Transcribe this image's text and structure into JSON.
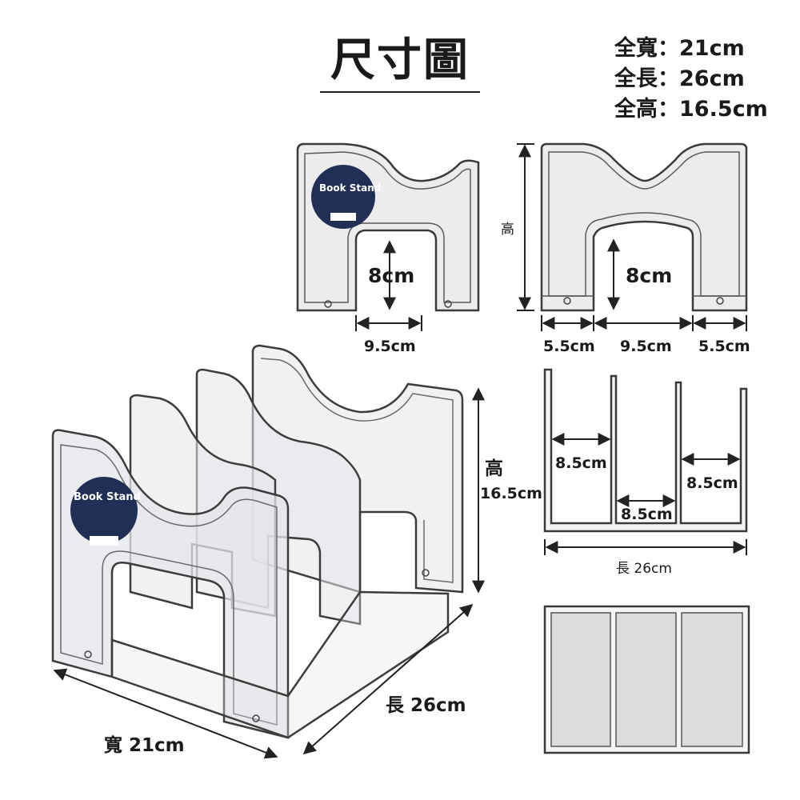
{
  "title": "尺寸圖",
  "specs": {
    "width": "全寬：21cm",
    "length": "全長：26cm",
    "height": "全高：16.5cm"
  },
  "front_view": {
    "opening_height": "8cm",
    "opening_width": "9.5cm",
    "badge_title": "Book Stand"
  },
  "side_view": {
    "height_label": "高",
    "opening_height": "8cm",
    "left_width": "5.5cm",
    "center_width": "9.5cm",
    "right_width": "5.5cm"
  },
  "top_section": {
    "gap1": "8.5cm",
    "gap2": "8.5cm",
    "gap3": "8.5cm",
    "length_label": "長 26cm"
  },
  "iso_view": {
    "height_char": "高",
    "height_value": "16.5cm",
    "length_label": "長 26cm",
    "width_label": "寬 21cm",
    "badge_title": "Book Stand"
  },
  "colors": {
    "panel_fill": "#ececec",
    "stroke": "#3a3a3a",
    "badge": "#1f2f55"
  }
}
